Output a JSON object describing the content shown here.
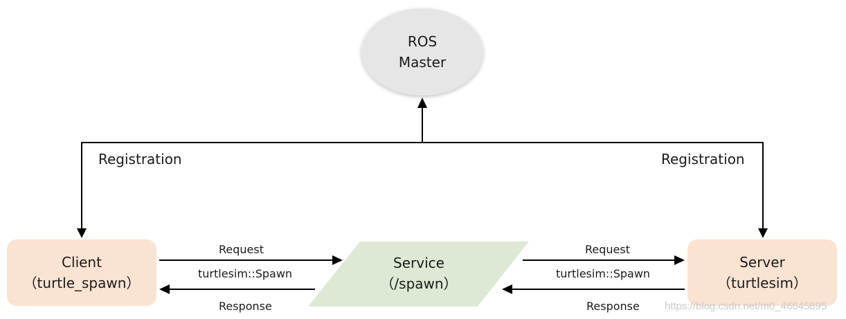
{
  "nodes": {
    "master": {
      "line1": "ROS",
      "line2": "Master"
    },
    "client": {
      "line1": "Client",
      "line2": "（turtle_spawn）"
    },
    "server": {
      "line1": "Server",
      "line2": "（turtlesim）"
    },
    "service": {
      "line1": "Service",
      "line2": "（/spawn）"
    }
  },
  "edges": {
    "client_registration": "Registration",
    "server_registration": "Registration",
    "left_request": "Request",
    "left_type": "turtlesim::Spawn",
    "left_response": "Response",
    "right_request": "Request",
    "right_type": "turtlesim::Spawn",
    "right_response": "Response"
  },
  "watermark": "https://blog.csdn.net/m0_46645895",
  "colors": {
    "master_fill": "#e6e6e6",
    "client_server_fill": "#fbe3d2",
    "service_fill": "#dde9d4",
    "line": "#000000"
  }
}
